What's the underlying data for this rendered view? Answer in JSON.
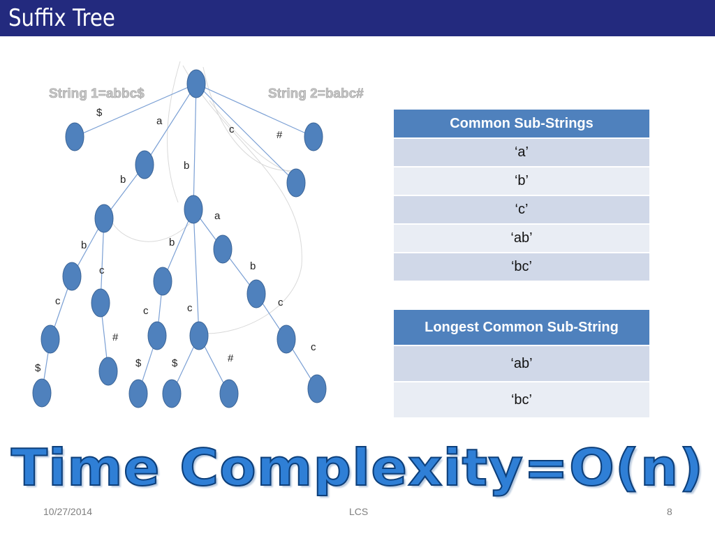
{
  "header": {
    "title": "Suffix Tree"
  },
  "tree": {
    "string1_label": "String 1=abbc$",
    "string2_label": "String 2=babc#",
    "nodes": [
      {
        "id": "root"
      },
      {
        "id": "n1"
      },
      {
        "id": "n2"
      },
      {
        "id": "n3"
      },
      {
        "id": "n4"
      },
      {
        "id": "n5"
      },
      {
        "id": "n6"
      },
      {
        "id": "n7"
      },
      {
        "id": "n8"
      },
      {
        "id": "n9"
      },
      {
        "id": "n10"
      },
      {
        "id": "n11"
      },
      {
        "id": "n12"
      },
      {
        "id": "n13"
      },
      {
        "id": "n14"
      },
      {
        "id": "n15"
      },
      {
        "id": "n16"
      },
      {
        "id": "n17"
      },
      {
        "id": "n18"
      },
      {
        "id": "n19"
      },
      {
        "id": "n20"
      },
      {
        "id": "n21"
      },
      {
        "id": "n22"
      }
    ],
    "edges": [
      {
        "from": "root",
        "to": "n1",
        "label": "$"
      },
      {
        "from": "root",
        "to": "n2",
        "label": "a"
      },
      {
        "from": "root",
        "to": "n3",
        "label": "b"
      },
      {
        "from": "root",
        "to": "n4",
        "label": "c"
      },
      {
        "from": "root",
        "to": "n5",
        "label": "#"
      },
      {
        "from": "n2",
        "to": "n6",
        "label": "b"
      },
      {
        "from": "n6",
        "to": "n9",
        "label": "b"
      },
      {
        "from": "n6",
        "to": "n10",
        "label": "c"
      },
      {
        "from": "n9",
        "to": "n11",
        "label": "c"
      },
      {
        "from": "n11",
        "to": "n12",
        "label": "$"
      },
      {
        "from": "n10",
        "to": "n13",
        "label": "#"
      },
      {
        "from": "n3",
        "to": "n7",
        "label": "a"
      },
      {
        "from": "n3",
        "to": "n8",
        "label": "b"
      },
      {
        "from": "n3",
        "to": "n14",
        "label": "c"
      },
      {
        "from": "n8",
        "to": "n15",
        "label": "c"
      },
      {
        "from": "n15",
        "to": "n16",
        "label": "$"
      },
      {
        "from": "n14",
        "to": "n17",
        "label": "$"
      },
      {
        "from": "n14",
        "to": "n18",
        "label": "#"
      },
      {
        "from": "n7",
        "to": "n19",
        "label": "b"
      },
      {
        "from": "n19",
        "to": "n20",
        "label": "c"
      },
      {
        "from": "n20",
        "to": "n21",
        "label": "c"
      }
    ]
  },
  "common_table": {
    "header": "Common Sub-Strings",
    "rows": [
      "‘a’",
      "‘b’",
      "‘c’",
      "‘ab’",
      "‘bc’"
    ]
  },
  "longest_table": {
    "header": "Longest Common Sub-String",
    "rows": [
      "‘ab’",
      "‘bc’"
    ]
  },
  "big_title": "Time Complexity=O(n)",
  "footer": {
    "date": "10/27/2014",
    "center": "LCS",
    "page": "8"
  },
  "colors": {
    "header_bg": "#232a7e",
    "node_fill": "#4f81bd",
    "table_header": "#4f81bd",
    "title_blue": "#2f7fd6"
  }
}
